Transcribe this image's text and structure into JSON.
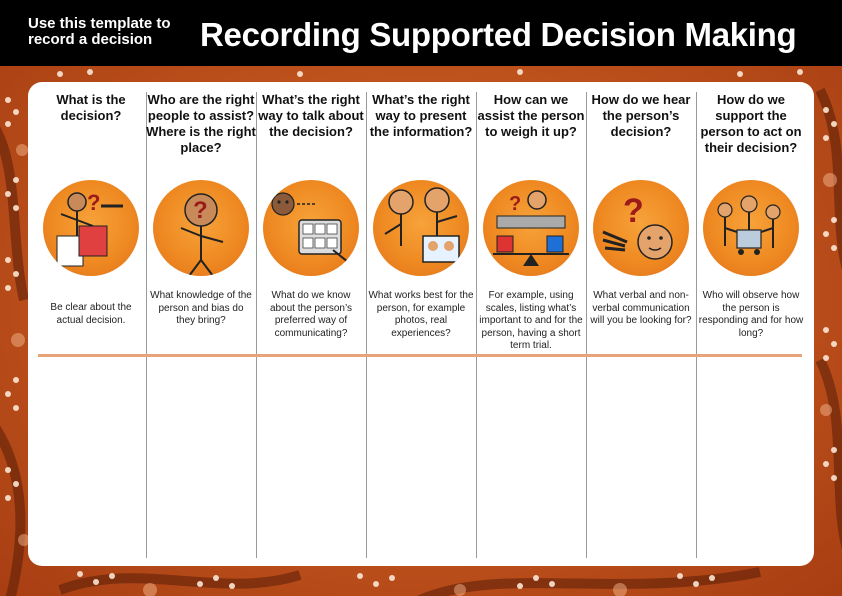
{
  "header": {
    "note": "Use this template to record a decision",
    "title": "Recording Supported Decision Making"
  },
  "colors": {
    "header_bg": "#000000",
    "card_bg": "#ffffff",
    "icon_orange": "#ef8a22",
    "rule": "#e8a478",
    "background": "#c4511a"
  },
  "columns": [
    {
      "title": "What is the decision?",
      "icon": "decision-question-icon",
      "description": "Be clear about the actual decision."
    },
    {
      "title": "Who are the right people to assist? Where is the right place?",
      "icon": "person-question-icon",
      "description": "What knowledge of the person and bias do they bring?"
    },
    {
      "title": "What’s the right way to talk about the decision?",
      "icon": "communication-device-icon",
      "description": "What do we know about the person’s preferred way of communicating?"
    },
    {
      "title": "What’s the right way to present the information?",
      "icon": "people-photo-icon",
      "description": "What works best for the person, for example photos, real experiences?"
    },
    {
      "title": "How can we assist the person to weigh it up?",
      "icon": "balance-scale-icon",
      "description": "For example, using scales, listing what’s important to and for the person, having a short term trial."
    },
    {
      "title": "How do we hear the person’s decision?",
      "icon": "hearing-person-icon",
      "description": "What verbal and non-verbal communication will you be looking for?"
    },
    {
      "title": "How do we support the person to act on their decision?",
      "icon": "support-group-icon",
      "description": "Who will observe how the person is responding and for how long?"
    }
  ]
}
